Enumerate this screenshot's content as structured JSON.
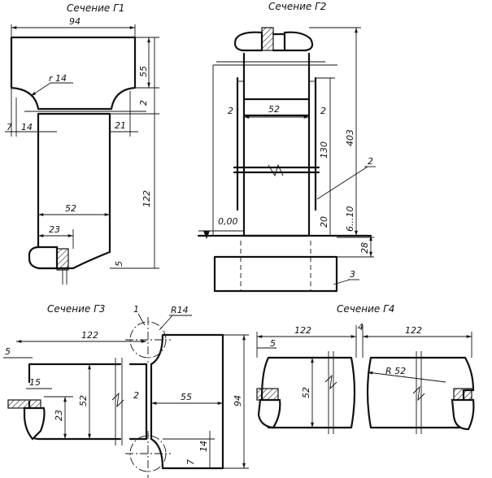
{
  "sections": {
    "g1": {
      "title": "Сечение Г1",
      "dims": {
        "width": "94",
        "radius": "r 14",
        "top_height": "55",
        "gap": "2",
        "left_offset": "7",
        "left_inner": "14",
        "right_inner": "21",
        "inner_width": "52",
        "height": "122",
        "base": "23",
        "bottom": "5"
      }
    },
    "g2": {
      "title": "Сечение Г2",
      "dims": {
        "left": "2",
        "inner_width": "52",
        "right": "2",
        "height_130": "130",
        "height_403": "403",
        "height_20": "20",
        "range": "6...10",
        "level": "0,00",
        "depth": "28"
      },
      "callouts": {
        "c2": "2",
        "c3": "3"
      }
    },
    "g3": {
      "title": "Сечение Г3",
      "dims": {
        "left_margin": "5",
        "length": "122",
        "radius": "R14",
        "inner_left": "15",
        "height_23": "23",
        "height_52": "52",
        "gap": "2",
        "width_55": "55",
        "height_94": "94",
        "h14": "14",
        "offset_7": "7"
      },
      "callouts": {
        "c1": "1"
      }
    },
    "g4": {
      "title": "Сечение Г4",
      "dims": {
        "left_margin": "5",
        "length_left": "122",
        "gap": "4",
        "length_right": "122",
        "height_52": "52",
        "radius": "R 52"
      }
    }
  }
}
